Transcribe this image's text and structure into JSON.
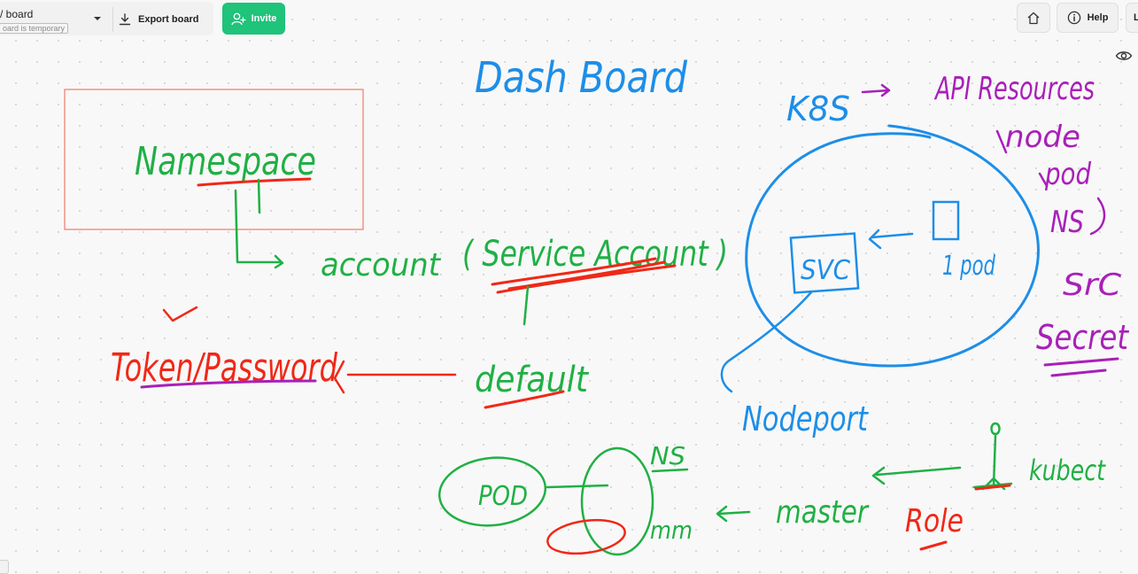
{
  "toolbar": {
    "board_name": "/ board",
    "board_note": "oard is temporary",
    "export_label": "Export board",
    "invite_label": "Invite",
    "help_label": "Help",
    "cut_label": "L"
  },
  "icons": {
    "board_chevron": "chevron-down-icon",
    "export": "download-icon",
    "invite": "add-user-icon",
    "home": "home-icon",
    "help": "info-icon",
    "visibility": "eye-icon"
  },
  "colors": {
    "invite_bg": "#1fc37a",
    "ink_blue": "#1d8ee8",
    "ink_green": "#20b045",
    "ink_red": "#f02818",
    "ink_purple": "#a820b8",
    "box_border": "#f0796a"
  },
  "canvas": {
    "title": "Dash Board",
    "namespace": "Namespace",
    "account": "account",
    "service_account": "( Service Account )",
    "default": "default",
    "token_password": "Token/Password",
    "k8s": "K8S",
    "api_resources": "API Resources",
    "api_items": [
      "node",
      "pod",
      "NS",
      "SrC",
      "Secret"
    ],
    "svc": "SVC",
    "pod": "1 pod",
    "nodeport": "Nodeport",
    "pod_bottom": "POD",
    "ns_bottom": "NS",
    "mm": "mm",
    "master": "master",
    "kubectl": "kubect",
    "role": "Role"
  }
}
